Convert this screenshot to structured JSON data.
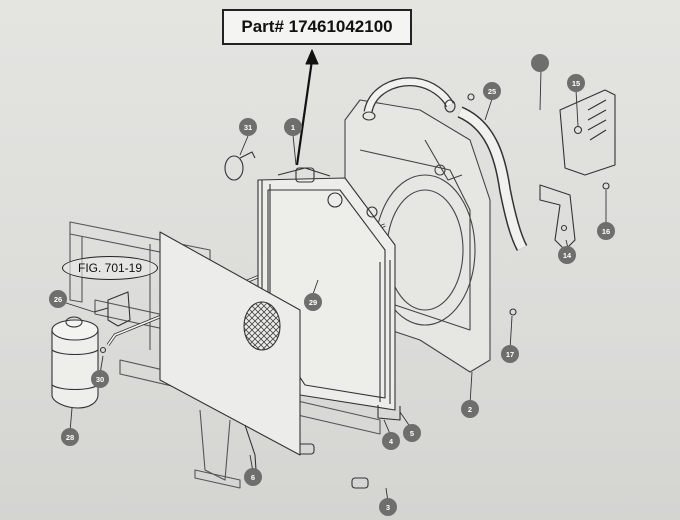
{
  "header": {
    "part_number": "Part# 17461042100"
  },
  "figure_reference": "FIG. 701-19",
  "callouts": [
    "1",
    "2",
    "3",
    "4",
    "5",
    "6",
    "14",
    "15",
    "16",
    "17",
    "25",
    "26",
    "28",
    "29",
    "30",
    "31"
  ]
}
